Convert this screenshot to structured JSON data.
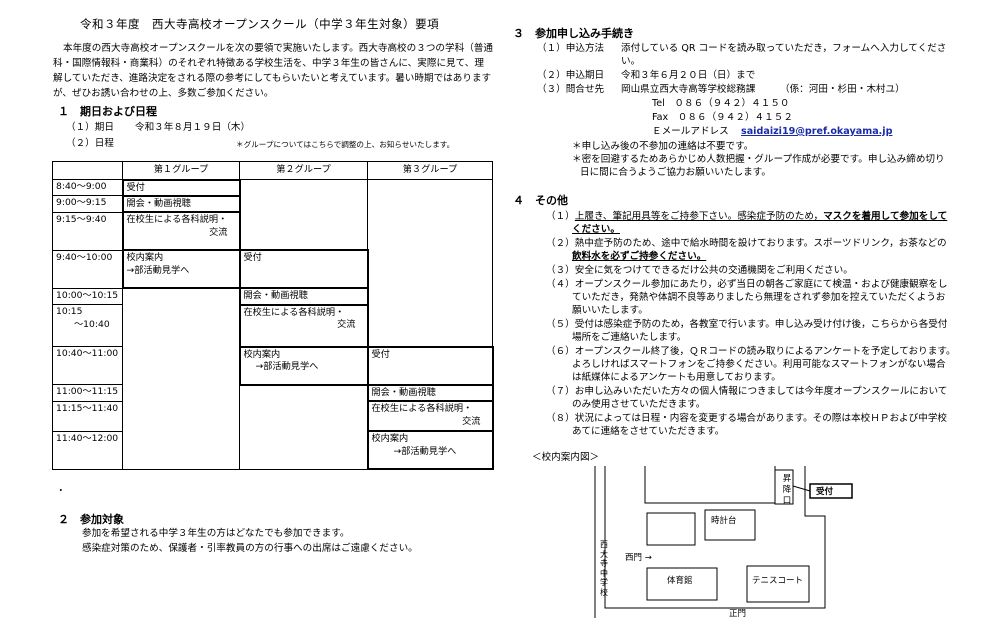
{
  "title": "令和３年度　西大寺高校オープンスクール（中学３年生対象）要項",
  "intro": "本年度の西大寺高校オープンスクールを次の要領で実施いたします。西大寺高校の３つの学科（普通科・国際情報科・商業科）のそれぞれ特徴ある学校生活を、中学３年生の皆さんに、実際に見て、理解していただき、進路決定をされる際の参考にしてもらいたいと考えています。暑い時期ではありますが、ぜひお誘い合わせの上、多数ご参加ください。",
  "section1": {
    "heading": "１　期日および日程",
    "date_label": "（１）期日",
    "date_value": "令和３年８月１９日（木）",
    "schedule_label": "（２）日程",
    "schedule_note": "＊グループについてはこちらで調整の上、お知らせいたします。"
  },
  "schedule": {
    "groups": [
      "第１グループ",
      "第２グループ",
      "第３グループ"
    ],
    "times": [
      "8:40～9:00",
      "9:00～9:15",
      "9:15～9:40",
      "9:40～10:00",
      "10:00～10:15",
      "10:15",
      "～10:40",
      "10:40～11:00",
      "11:00～11:15",
      "11:15～11:40",
      "11:40～12:00"
    ],
    "reception": "受付",
    "opening": "開会・動画視聴",
    "explain_1": "在校生による各科説明・",
    "explain_2": "交流",
    "tour_1": "校内案内",
    "tour_2": "→部活動見学へ"
  },
  "bullet": "・",
  "section2": {
    "heading": "２　参加対象",
    "line1": "参加を希望される中学３年生の方はどなたでも参加できます。",
    "line2": "感染症対策のため、保護者・引率教員の方の行事への出席はご遠慮ください。"
  },
  "section3": {
    "heading": "３　参加申し込み手続き",
    "method_label": "（１）申込方法",
    "method_text1": "添付している QR コードを読み取っていただき，フォームへ入力してくださ",
    "method_text2": "い。",
    "deadline_label": "（２）申込期日",
    "deadline_value": "令和３年６月２０日（日）まで",
    "contact_label": "（３）問合せ先",
    "contact_org": "岡山県立西大寺高等学校総務課",
    "contact_staff": "（係：河田・杉田・木村ユ）",
    "tel": "Tel　０８６（９４２）４１５０",
    "fax": "Fax　０８６（９４２）４１５２",
    "email_label": "Ｅメールアドレス",
    "email": "saidaizi19@pref.okayama.jp",
    "note1": "＊申し込み後の不参加の連絡は不要です。",
    "note2a": "＊密を回避するためあらかじめ人数把握・グループ作成が必要です。申し込み締め切り",
    "note2b": "日に間に合うようご協力お願いいたします。"
  },
  "section4": {
    "heading": "４　その他",
    "i1_pre": "（１）",
    "i1_a": "上履き、筆記用具等をご持参下さい。感染症予防のため，",
    "i1_b": "マスクを着用して参加をして",
    "i1_c": "ください。",
    "i2_a": "（２）熱中症予防のため、途中で給水時間を設けております。スポーツドリンク，お茶などの",
    "i2_b": "飲料水を必ずご持参ください。",
    "i3": "（３）安全に気をつけてできるだけ公共の交通機関をご利用ください。",
    "i4_a": "（４）オープンスクール参加にあたり，必ず当日の朝各ご家庭にて検温・および健康観察をし",
    "i4_b": "ていただき，発熱や体調不良等ありましたら無理をされず参加を控えていただくようお",
    "i4_c": "願いいたします。",
    "i5_a": "（５）受付は感染症予防のため，各教室で行います。申し込み受け付け後，こちらから各受付",
    "i5_b": "場所をご連絡いたします。",
    "i6_a": "（６）オープンスクール終了後，ＱＲコードの読み取りによるアンケートを予定しております。",
    "i6_b": "よろしければスマートフォンをご持参ください。利用可能なスマートフォンがない場合",
    "i6_c": "は紙媒体によるアンケートも用意しております。",
    "i7_a": "（７）お申し込みいただいた方々の個人情報につきましては今年度オープンスクールにおいて",
    "i7_b": "のみ使用させていただきます。",
    "i8_a": "（８）状況によっては日程・内容を変更する場合があります。その際は本校ＨＰおよび中学校",
    "i8_b": "あてに連絡をさせていただきます。"
  },
  "map": {
    "caption": "＜校内案内図＞",
    "entrance": "昇降口",
    "reception": "受付",
    "clock": "時計台",
    "west_gate": "西門 →",
    "gym": "体育館",
    "tennis": "テニスコート",
    "main_gate": "正門",
    "junior_high": "西大寺中学校"
  }
}
